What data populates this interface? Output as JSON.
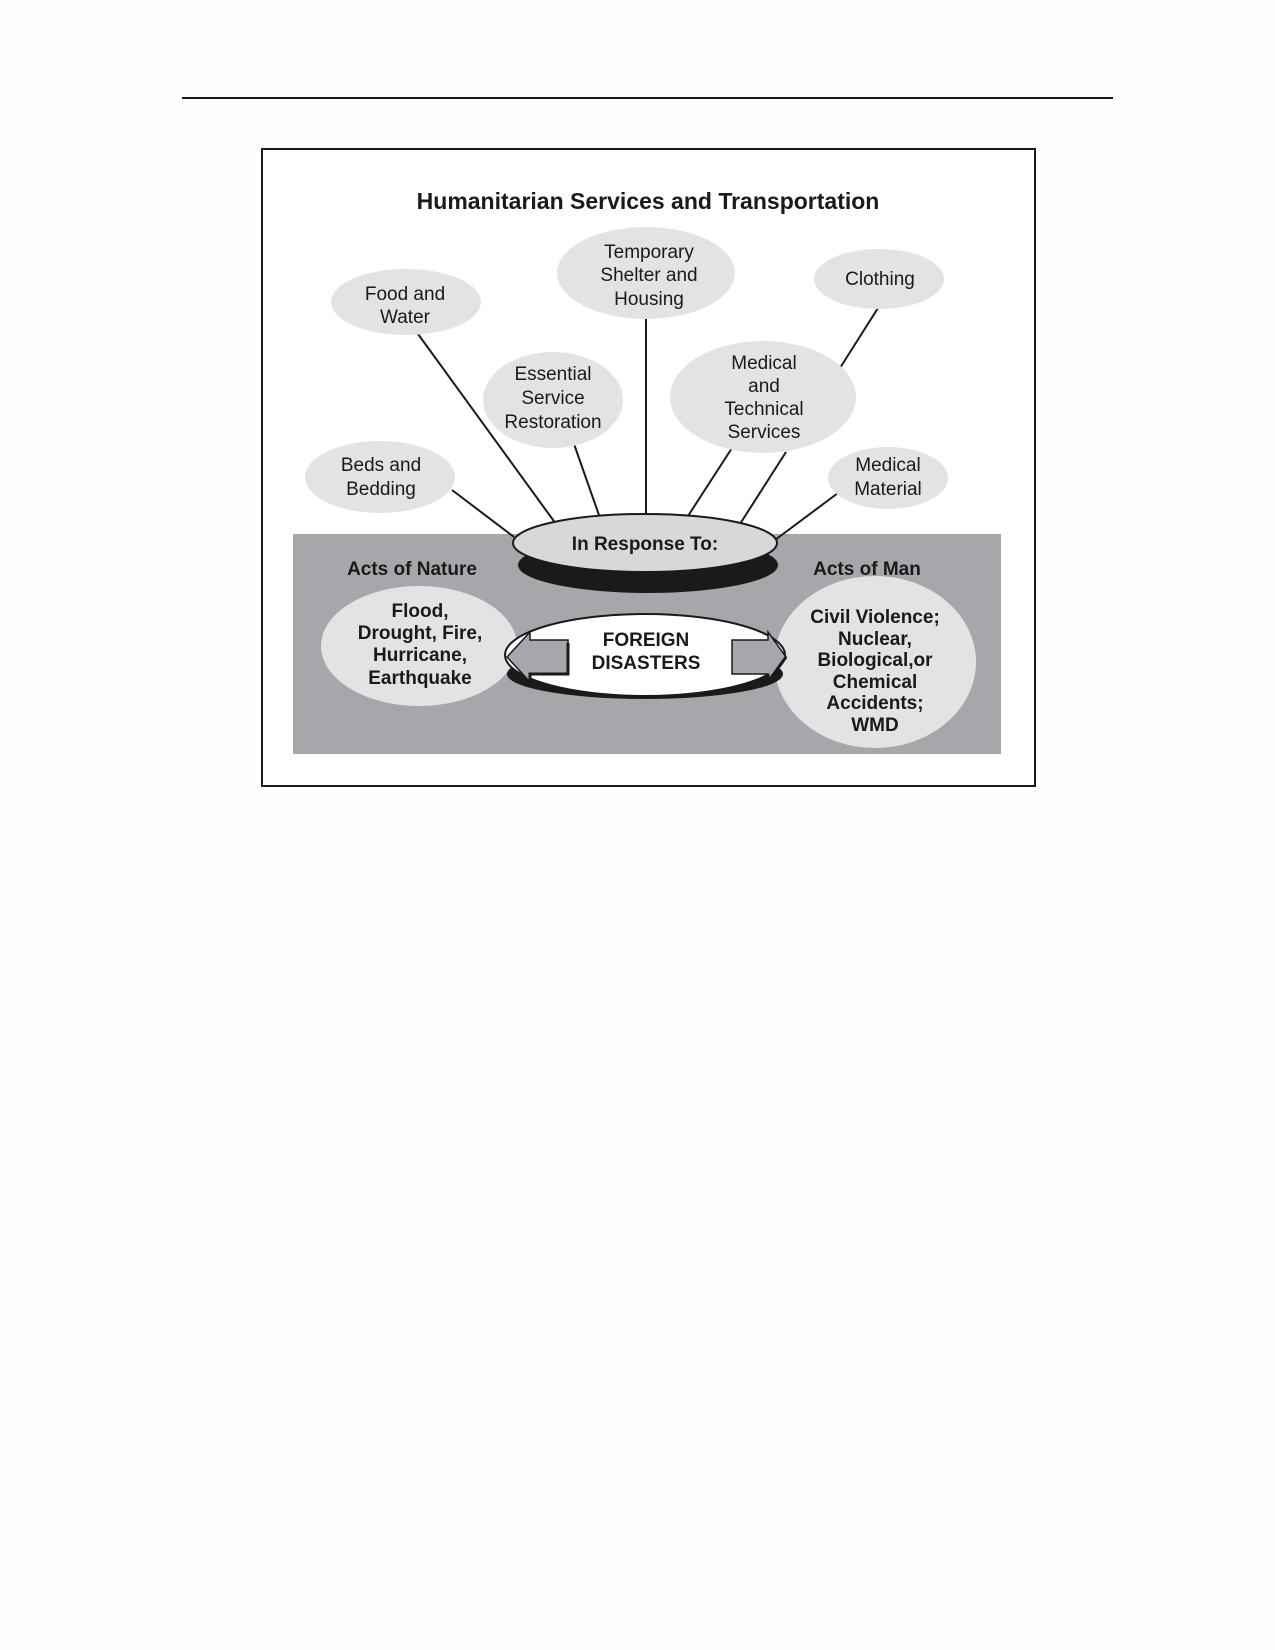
{
  "page": {
    "title": "Humanitarian Services and Transportation"
  },
  "services": {
    "food_water": [
      "Food and",
      "Water"
    ],
    "temporary_shelter": [
      "Temporary",
      "Shelter and",
      "Housing"
    ],
    "clothing": [
      "Clothing"
    ],
    "essential_service": [
      "Essential",
      "Service",
      "Restoration"
    ],
    "medical_technical": [
      "Medical",
      "and",
      "Technical",
      "Services"
    ],
    "beds_bedding": [
      "Beds and",
      "Bedding"
    ],
    "medical_material": [
      "Medical",
      "Material"
    ]
  },
  "center": {
    "response_label": "In Response To:",
    "foreign_disasters": [
      "FOREIGN",
      "DISASTERS"
    ]
  },
  "acts_of_nature": {
    "heading": "Acts of Nature",
    "examples": [
      "Flood,",
      "Drought, Fire,",
      "Hurricane,",
      "Earthquake"
    ]
  },
  "acts_of_man": {
    "heading": "Acts of Man",
    "examples": [
      "Civil Violence;",
      "Nuclear,",
      "Biological,or",
      "Chemical",
      "Accidents;",
      "WMD"
    ]
  },
  "colors": {
    "bubble_fill": "#e3e3e3",
    "ground_fill": "#a6a7ab",
    "ink": "#1a1a1a",
    "white": "#ffffff"
  }
}
